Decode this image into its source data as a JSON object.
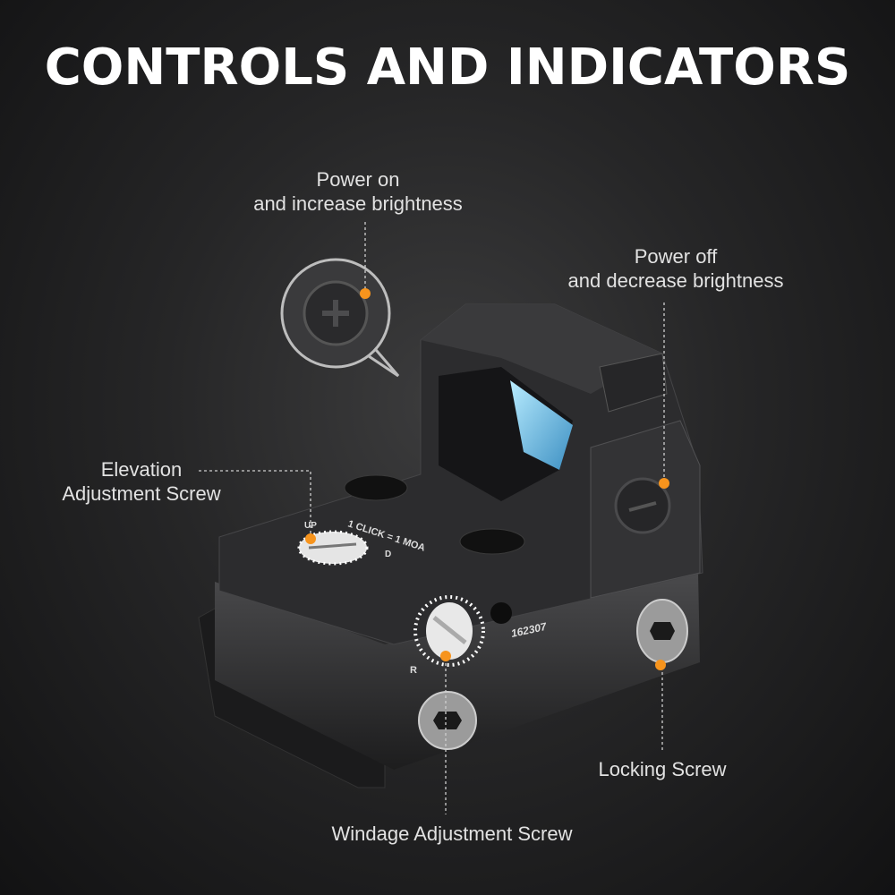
{
  "title": "CONTROLS AND INDICATORS",
  "labels": {
    "power_on": [
      "Power on",
      "and increase brightness"
    ],
    "power_off": [
      "Power off",
      "and decrease brightness"
    ],
    "elevation": [
      "Elevation",
      "Adjustment Screw"
    ],
    "locking": "Locking Screw",
    "windage": "Windage Adjustment Screw"
  },
  "engravings": {
    "click": "1 CLICK = 1 MOA",
    "up": "UP",
    "down": "D",
    "right": "R",
    "serial": "162307"
  },
  "colors": {
    "marker": "#f7941d",
    "text": "#e2e2e2",
    "title": "#ffffff",
    "lens": "#6fc3e6"
  }
}
